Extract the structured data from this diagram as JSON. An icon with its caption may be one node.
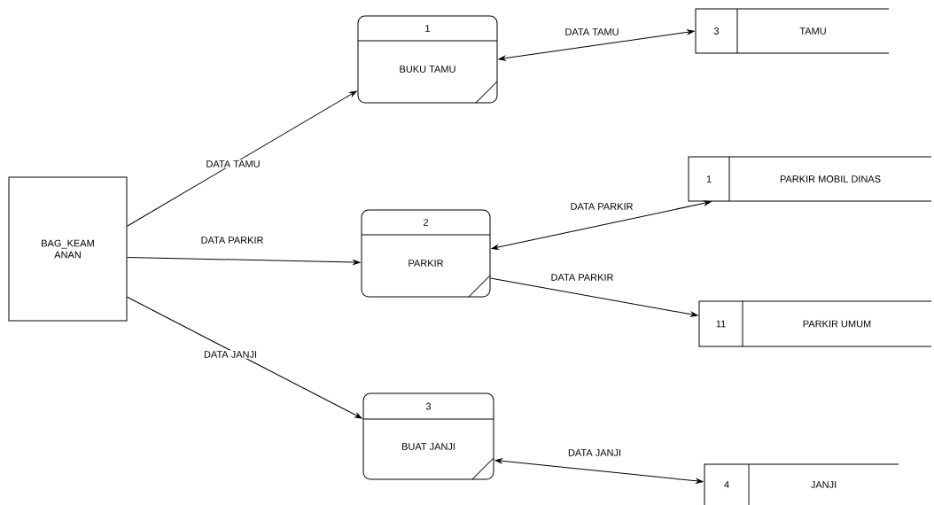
{
  "diagram": {
    "nodes": [
      {
        "text": [
          "BAG_KEAM ANAN"
        ]
      },
      {
        "text": [
          "1",
          "BUKU TAMU"
        ]
      },
      {
        "text": [
          "3",
          "TAMU"
        ]
      },
      {
        "text": [
          "2",
          "PARKIR"
        ]
      },
      {
        "text": [
          "1",
          "PARKIR MOBIL DINAS"
        ]
      },
      {
        "text": [
          "11",
          "PARKIR UMUM"
        ]
      },
      {
        "text": [
          "3",
          "BUAT JANJI"
        ]
      },
      {
        "text": [
          "4",
          "JANJI"
        ]
      }
    ],
    "edges": [
      {
        "from": 0,
        "to": 1,
        "arrow": "to",
        "label": "DATA TAMU"
      },
      {
        "from": 1,
        "to": 2,
        "arrow": "both",
        "label": "DATA TAMU"
      },
      {
        "from": 0,
        "to": 3,
        "arrow": "to",
        "label": "DATA PARKIR"
      },
      {
        "from": 3,
        "to": 4,
        "arrow": "both",
        "label": "DATA PARKIR"
      },
      {
        "from": 3,
        "to": 5,
        "arrow": "to",
        "label": "DATA PARKIR"
      },
      {
        "from": 0,
        "to": 6,
        "arrow": "to",
        "label": "DATA JANJI"
      },
      {
        "from": 6,
        "to": 7,
        "arrow": "both",
        "label": "DATA JANJI"
      }
    ]
  }
}
